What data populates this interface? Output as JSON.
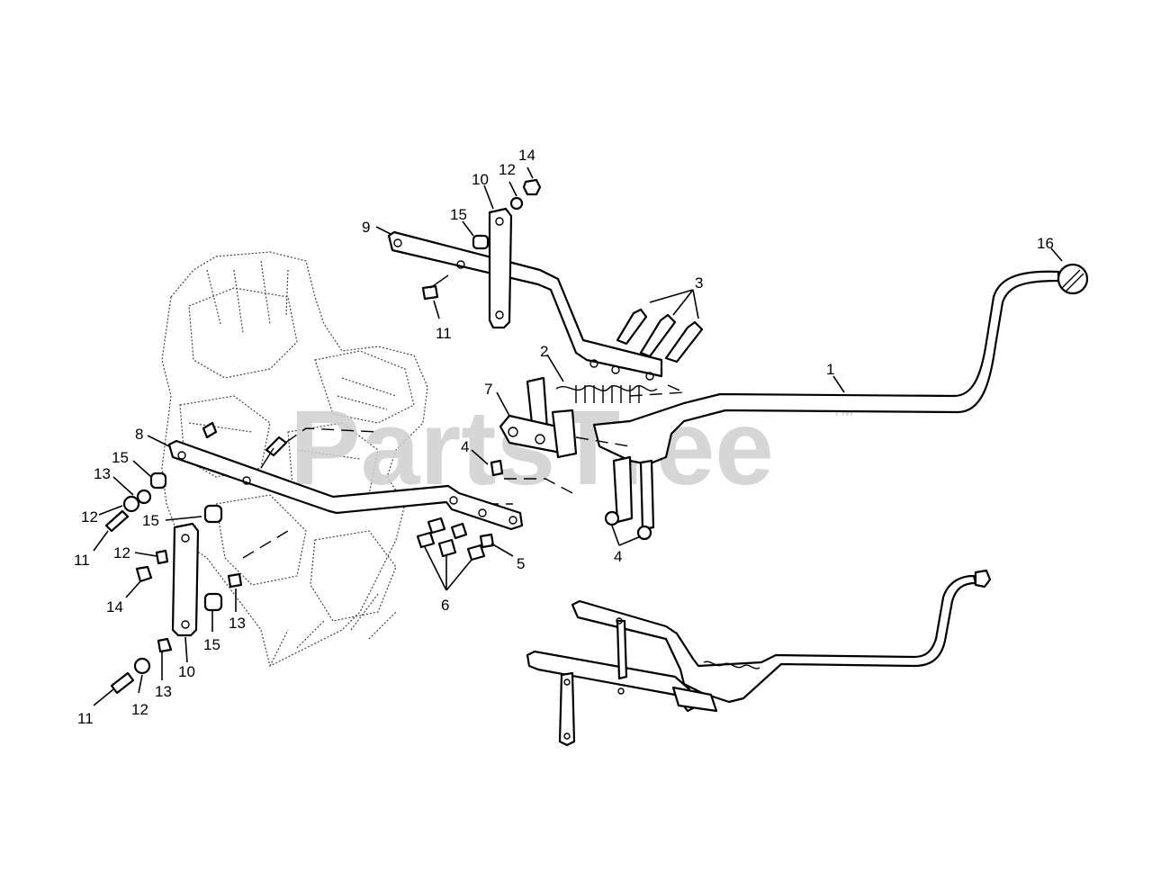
{
  "diagram": {
    "watermark": "PartsTree",
    "trademark": "TM",
    "callouts": {
      "c1": "1",
      "c2": "2",
      "c3": "3",
      "c4a": "4",
      "c4b": "4",
      "c5": "5",
      "c6": "6",
      "c7": "7",
      "c8": "8",
      "c9": "9",
      "c10a": "10",
      "c10b": "10",
      "c11a": "11",
      "c11b": "11",
      "c11c": "11",
      "c12a": "12",
      "c12b": "12",
      "c12c": "12",
      "c12d": "12",
      "c13a": "13",
      "c13b": "13",
      "c13c": "13",
      "c14a": "14",
      "c14b": "14",
      "c15a": "15",
      "c15b": "15",
      "c15c": "15",
      "c15d": "15",
      "c16": "16"
    }
  }
}
